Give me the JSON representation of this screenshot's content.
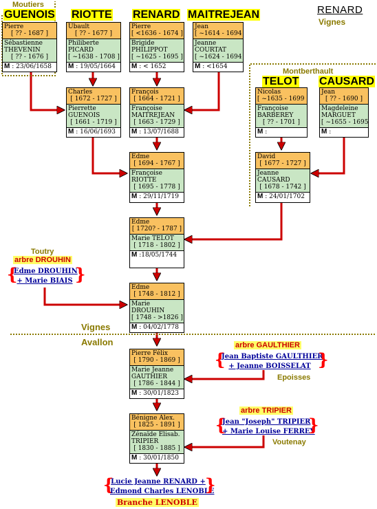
{
  "header": {
    "title": "RENARD",
    "subtitle": "Vignes"
  },
  "families": {
    "guenois": "GUENOIS",
    "riotte": "RIOTTE",
    "renard": "RENARD",
    "maitrejean": "MAITREJEAN",
    "telot": "TELOT",
    "causard": "CAUSARD"
  },
  "places": {
    "moutiers": "Moutiers",
    "montberthault": "Montberthault",
    "toutry": "Toutry",
    "vignes": "Vignes",
    "avallon": "Avallon",
    "epoisses": "Epoisses",
    "voutenay": "Voutenay"
  },
  "cards": {
    "guenois": {
      "h_name": "Pierre",
      "h_dates": "[ ?? - 1687 ]",
      "w_name": "Sébastienne THEVENIN",
      "w_dates": "[ ?? - 1676 ]",
      "m": "M",
      "m_date": ": 23/06/1658"
    },
    "riotte": {
      "h_name": "Ubault",
      "h_dates": "[ ?? - 1677 ]",
      "w_name": "Philiberte PICARD",
      "w_dates": "[ ~1638 - 1708 ]",
      "m": "M",
      "m_date": ": 19/05/1664"
    },
    "renard1": {
      "h_name": "Pierre",
      "h_dates": "[ <1636 - 1674 ]",
      "w_name": "Brigide PHILIPPOT",
      "w_dates": "[ ~1625 - 1695 ]",
      "m": "M",
      "m_date": ": < 1652"
    },
    "maitrejean": {
      "h_name": "Jean",
      "h_dates": "[ ~1614 - 1694 ]",
      "w_name": "Jeanne COURTAT",
      "w_dates": "[ ~1624 - 1694 ]",
      "m": "M",
      "m_date": ": <1654"
    },
    "charles": {
      "h_name": "Charles",
      "h_dates": "[ 1672 - 1727 ]",
      "w_name": "Pierrette GUENOIS",
      "w_dates": "[ 1661 - 1719 ]",
      "m": "M",
      "m_date": ": 16/06/1693"
    },
    "francois": {
      "h_name": "François",
      "h_dates": "[ 1664 - 1721 ]",
      "w_name": "Françoise MAITREJEAN",
      "w_dates": "[ 1663 - 1729 ]",
      "m": "M",
      "m_date": ": 13/07/1688"
    },
    "telot": {
      "h_name": "Nicolas",
      "h_dates": "[ ~1635 - 1699 ]",
      "w_name": "Françoise BARBEREY",
      "w_dates": "[ ?? - 1701 ]",
      "m": "M",
      "m_date": ":"
    },
    "causard": {
      "h_name": "Jean",
      "h_dates": "[ ?? - 1690 ]",
      "w_name": "Magdeleine MARGUET",
      "w_dates": "[ ~1655 - 1695 ]",
      "m": "M",
      "m_date": ":"
    },
    "edme1": {
      "h_name": "Edme",
      "h_dates": "[ 1694 - 1767 ]",
      "w_name": "Françoise RIOTTE",
      "w_dates": "[ 1695 - 1778 ]",
      "m": "M",
      "m_date": ": 29/11/1719"
    },
    "david": {
      "h_name": "David",
      "h_dates": "[ 1677 - 1727 ]",
      "w_name": "Jeanne CAUSARD",
      "w_dates": "[ 1678 - 1742 ]",
      "m": "M",
      "m_date": ": 24/01/1702"
    },
    "edme2": {
      "h_name": "Edme",
      "h_dates": "[ 1720? - 1787 ]",
      "w_name": "Marie TELOT",
      "w_dates": "[ 1718 - 1802 ]",
      "m": "M",
      "m_date": ":18/05/1744"
    },
    "edme3": {
      "h_name": "Edme",
      "h_dates": "[ 1748 - 1812 ]",
      "w_name": "Marie DROUHIN",
      "w_dates": "[ 1748 - >1826 ]",
      "m": "M",
      "m_date": ": 04/02/1778"
    },
    "pierre_felix": {
      "h_name": "Pierre Félix",
      "h_dates": "[ 1790 - 1869 ]",
      "w_name": "Marie Jeanne GAUTHIER",
      "w_dates": "[ 1786 - 1844 ]",
      "m": "M",
      "m_date": ": 30/01/1823"
    },
    "benigne": {
      "h_name": "Bénigne Alex.",
      "h_dates": "[ 1825 - 1891 ]",
      "w_name": "Zénaïde Elisab. TRIPIER",
      "w_dates": "[ 1830 - 1885 ]",
      "m": "M",
      "m_date": ": 30/01/1850"
    }
  },
  "trees": {
    "drouhin": {
      "title": "arbre DROUHIN",
      "line1": "Edme DROUHIN",
      "line2": "+ Marie BIAIS"
    },
    "gaulthier": {
      "title": "arbre GAULTHIER",
      "line1": "Jean Baptiste GAULTHIER",
      "line2": "+ Jeanne BOISSELAT"
    },
    "tripier": {
      "title": "arbre TRIPIER",
      "line1": "Jean \"Joseph\" TRIPIER",
      "line2": "+ Marie Louise FERREY"
    },
    "lenoble": {
      "line1": "Lucie Jeanne RENARD +",
      "line2": "Edmond Charles LENOBLE",
      "branch": "Branche LENOBLE"
    }
  },
  "colors": {
    "husband_bg": "#f9c160",
    "wife_bg": "#c9e6c4",
    "arrow": "#cc0000",
    "place": "#8a7a00",
    "highlight": "#ffff00"
  }
}
